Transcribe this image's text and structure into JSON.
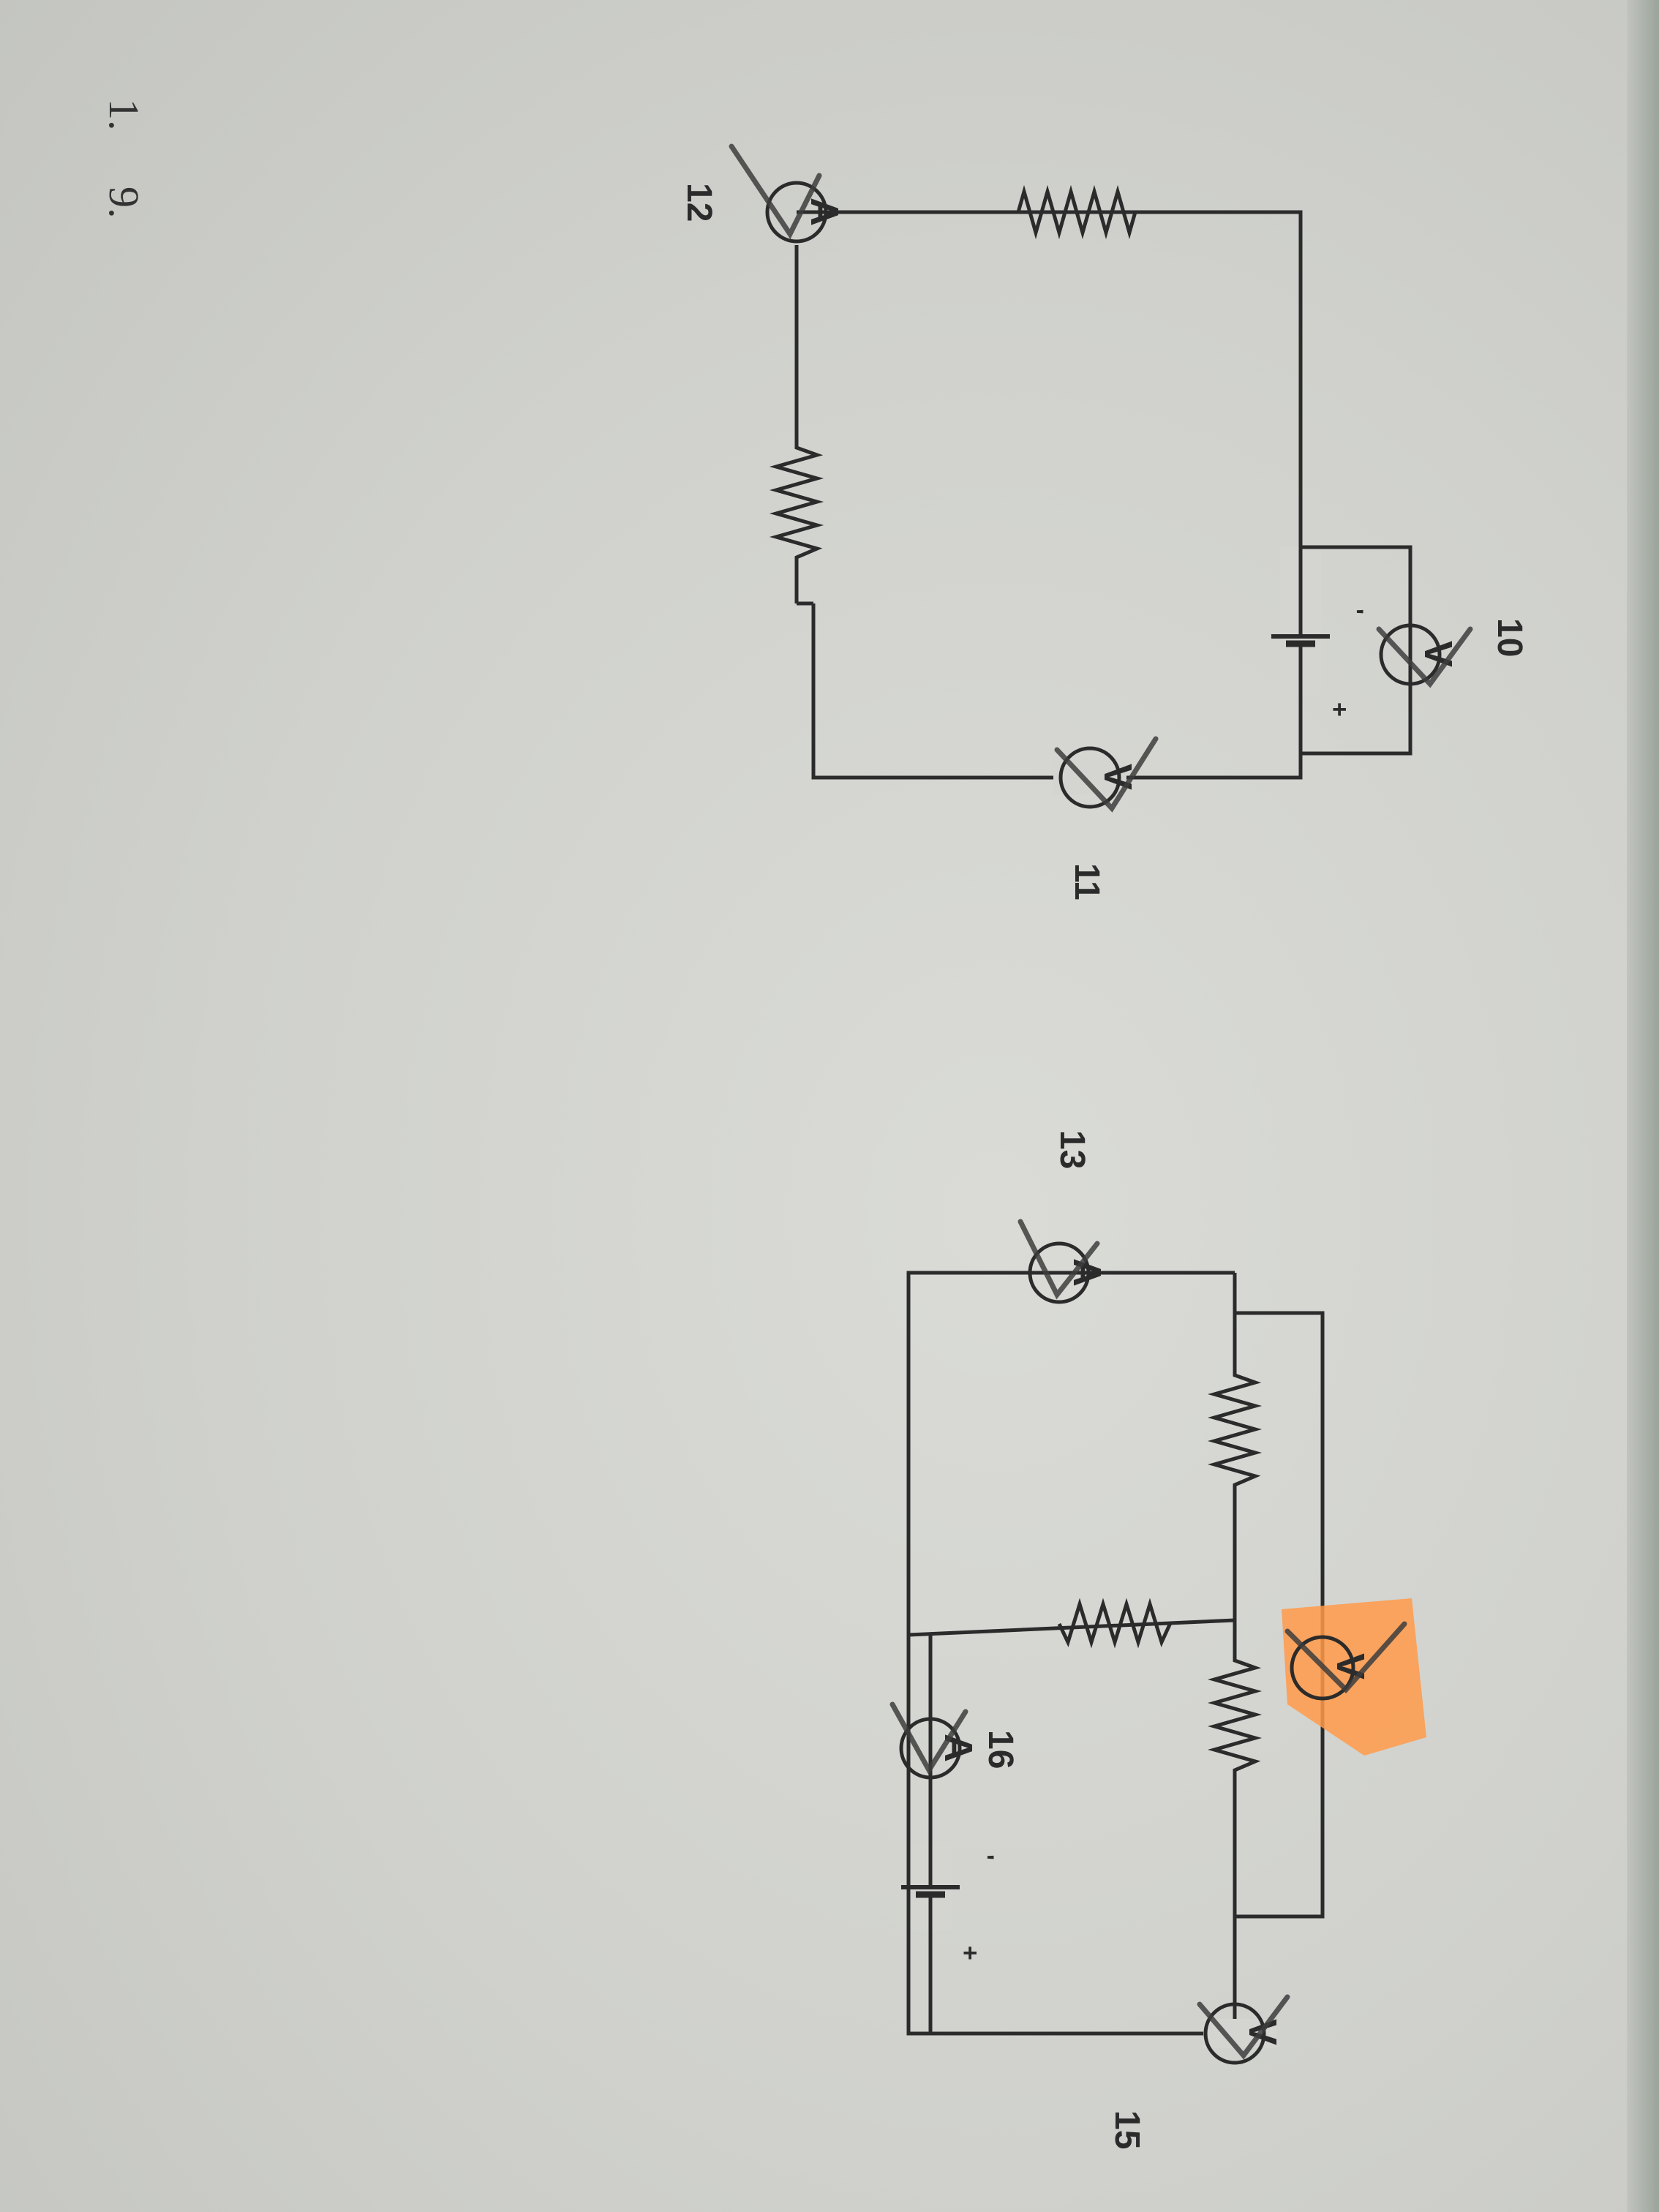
{
  "question_numbers": [
    "1.",
    "9."
  ],
  "circuit_a": {
    "voltmeter_top": {
      "number": "10",
      "symbol": "V"
    },
    "voltmeter_right": {
      "number": "11",
      "symbol": "V"
    },
    "ammeter": {
      "number": "12",
      "symbol": "A"
    },
    "battery": {
      "plus": "+",
      "minus": "'"
    }
  },
  "circuit_b": {
    "ammeter_left": {
      "number": "13",
      "symbol": "A"
    },
    "voltmeter_highlighted": {
      "symbol": "V",
      "highlight_color": "#ff9a4a"
    },
    "ammeter_branch": {
      "number": "16",
      "symbol": "A"
    },
    "voltmeter_right": {
      "number": "15",
      "symbol": "V"
    },
    "battery": {
      "plus": "+",
      "minus": "'"
    }
  },
  "colors": {
    "ink": "#2b2b2b",
    "pencil": "#3d3d3d",
    "highlighter": "#ff9a4a",
    "paper": "#d4d5d1"
  }
}
